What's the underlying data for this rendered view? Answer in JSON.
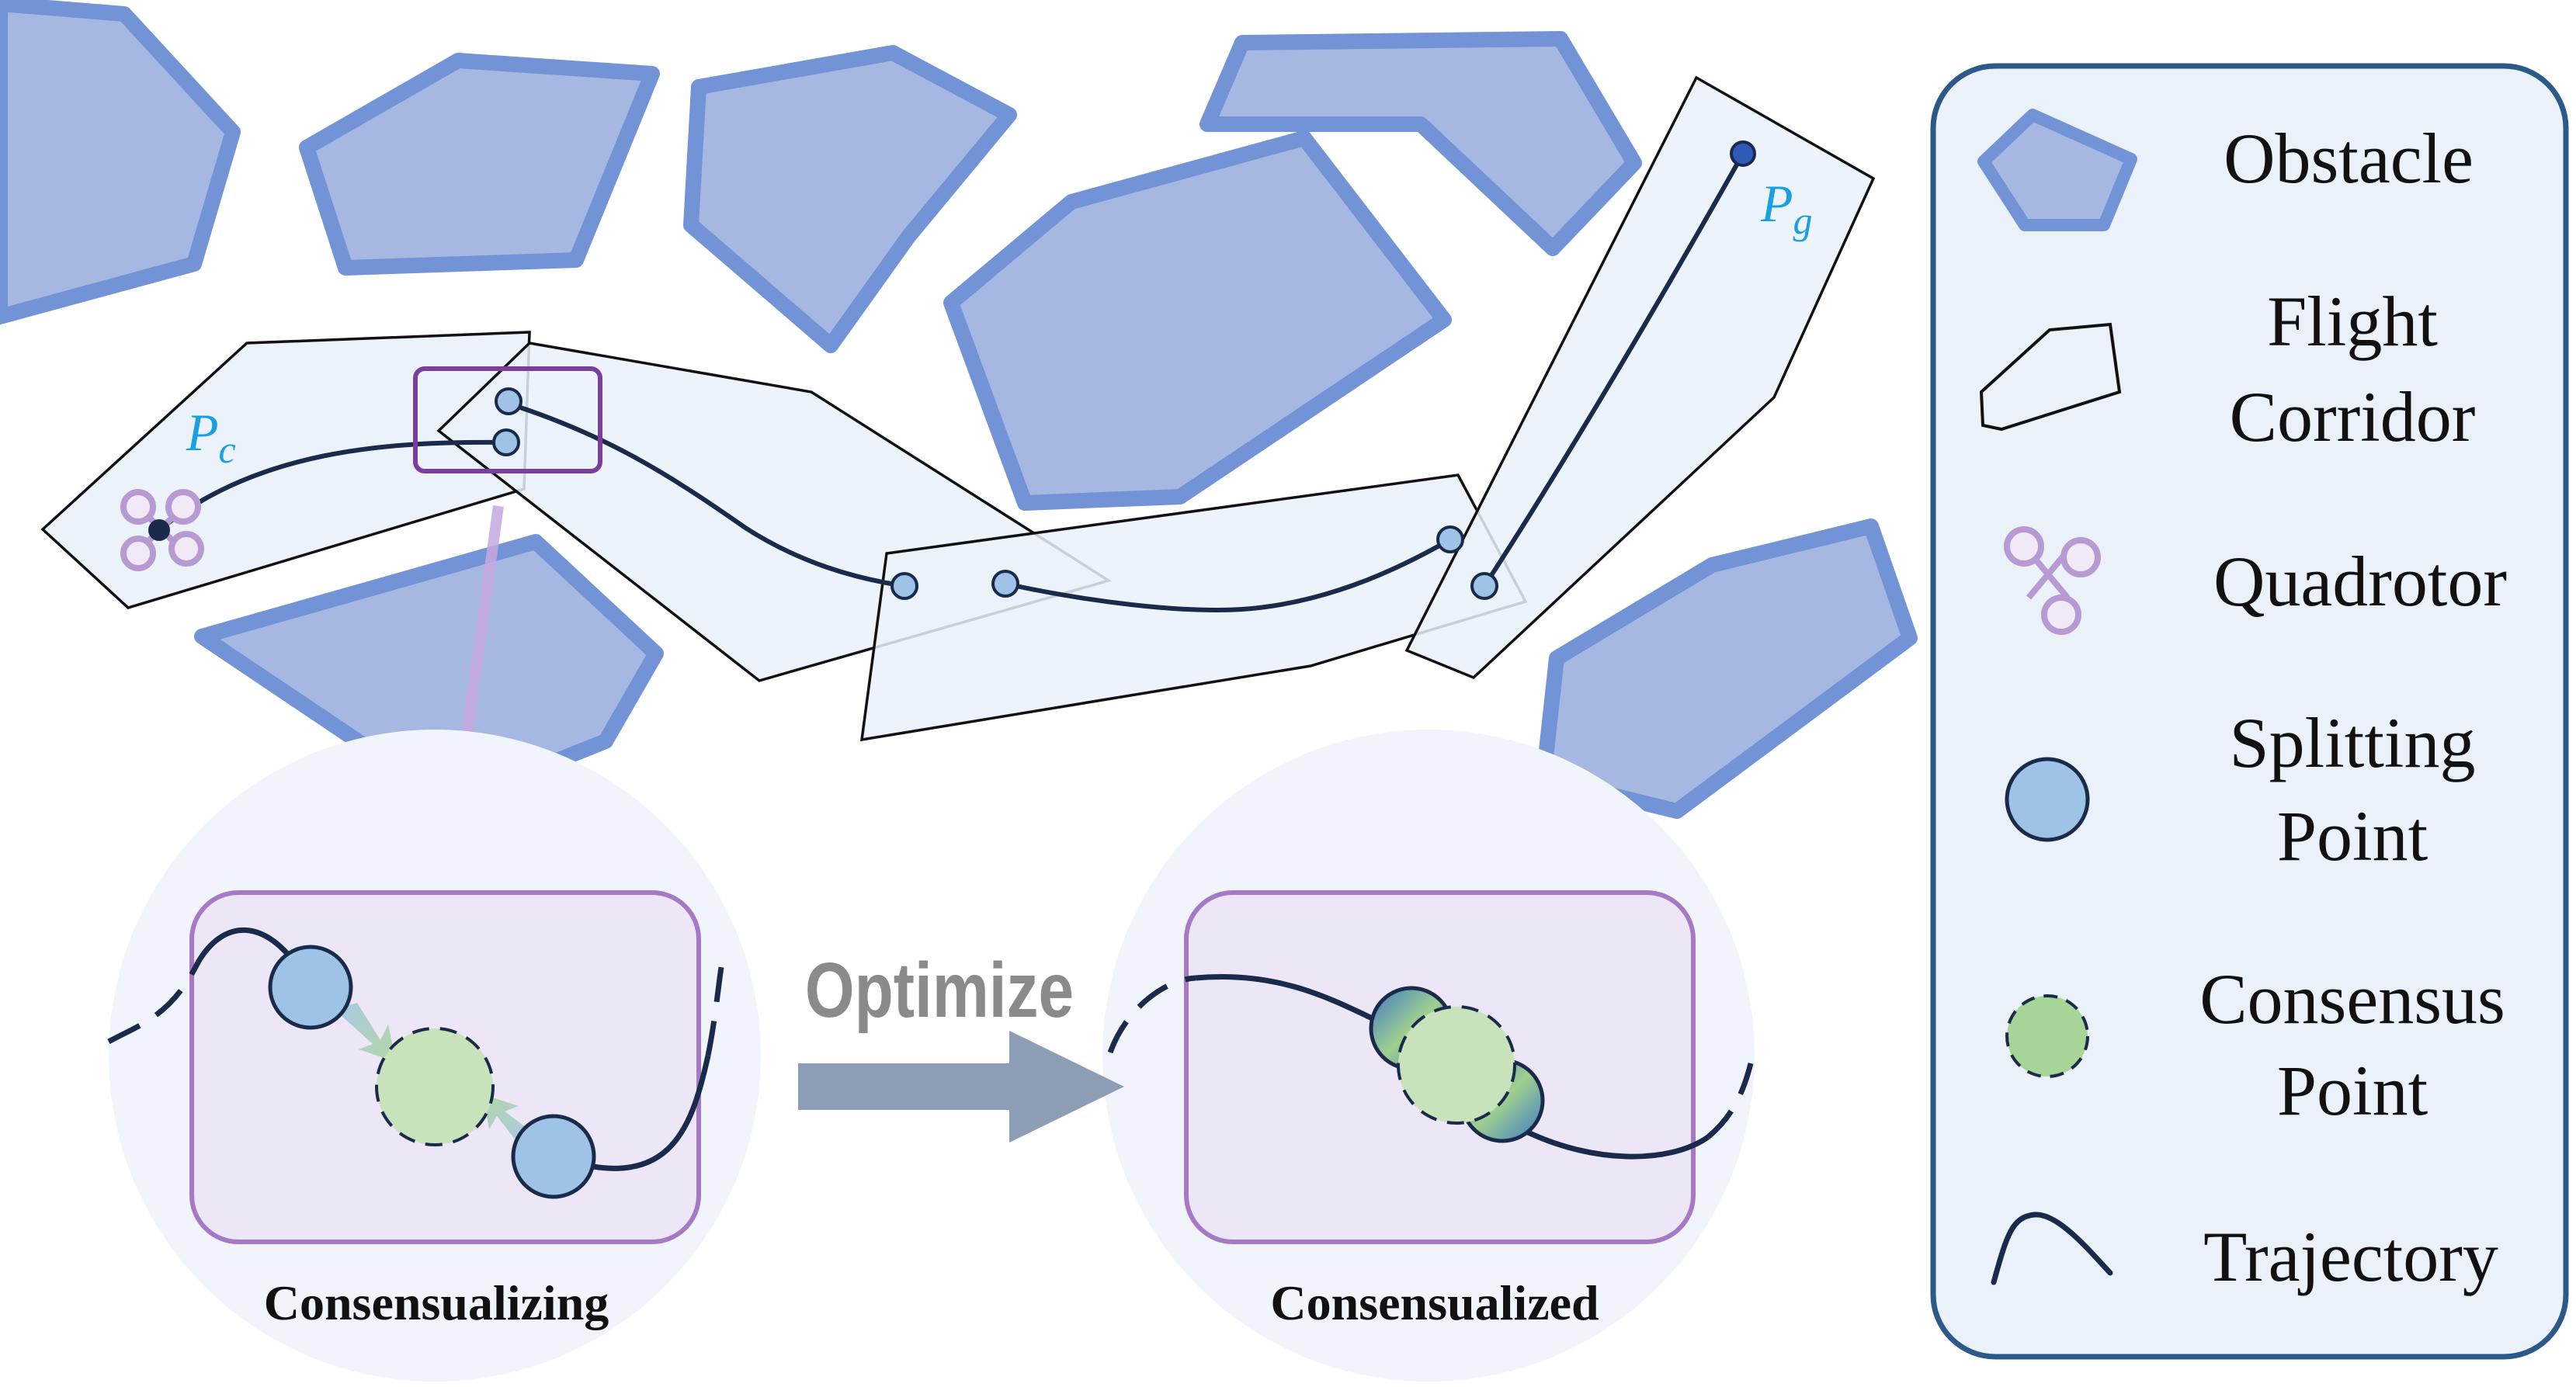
{
  "labels": {
    "start": {
      "symbol": "P",
      "subscript": "c"
    },
    "goal": {
      "symbol": "P",
      "subscript": "g"
    },
    "optimize": "Optimize",
    "consensualizing": "Consensualizing",
    "consensualized": "Consensualized"
  },
  "legend": {
    "obstacle": "Obstacle",
    "flight_corridor_line1": "Flight",
    "flight_corridor_line2": "Corridor",
    "quadrotor": "Quadrotor",
    "splitting_point_line1": "Splitting",
    "splitting_point_line2": "Point",
    "consensus_point_line1": "Consensus",
    "consensus_point_line2": "Point",
    "trajectory": "Trajectory"
  },
  "colors": {
    "obstacle_fill": "#a6b8e2",
    "obstacle_stroke": "#7293d6",
    "corridor_fill": "#eaf1f9",
    "quadrotor": "#b79ad1",
    "splitting_point": "#9fc3e7",
    "consensus_point": "#a7d497",
    "trajectory": "#1a2a4a",
    "highlight_box": "#7a3e9d",
    "subscript_text": "#1aa0e0",
    "optimize_arrow": "#8c9db5",
    "legend_border": "#2b5a8a"
  }
}
